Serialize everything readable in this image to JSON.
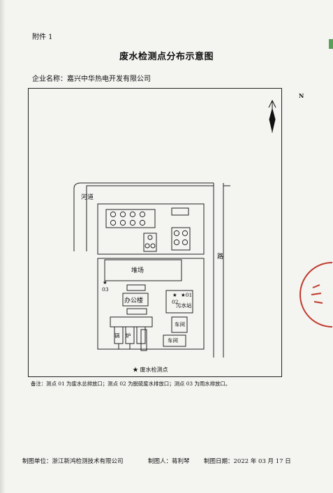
{
  "header": {
    "attachment": "附件 1",
    "title": "废水检测点分布示意图",
    "enterprise": "企业名称：嘉兴中华热电开发有限公司"
  },
  "map": {
    "north": "N",
    "river": "河道",
    "road": "路",
    "stockyard": "堆场",
    "office": "办公楼",
    "sewage_station": "污水站",
    "boiler_1": "锅",
    "boiler_2": "炉",
    "workshop_1": "车间",
    "workshop_2": "车间",
    "point_01": "★01",
    "point_02": "02",
    "point_03": "03",
    "legend": "★ 废水检测点"
  },
  "note": "备注：测点 01 为废水总排放口；测点 02 为脱硫废水排放口；测点 03 为雨水排放口。",
  "footer": {
    "unit": "制图单位：浙江新鸿检测技术有限公司",
    "drawer": "制图人：蒋利琴",
    "date": "制图日期：2022 年 03 月 17 日"
  },
  "colors": {
    "ink": "#111111",
    "page": "#f4f4f1",
    "stamp": "#c0392b"
  }
}
